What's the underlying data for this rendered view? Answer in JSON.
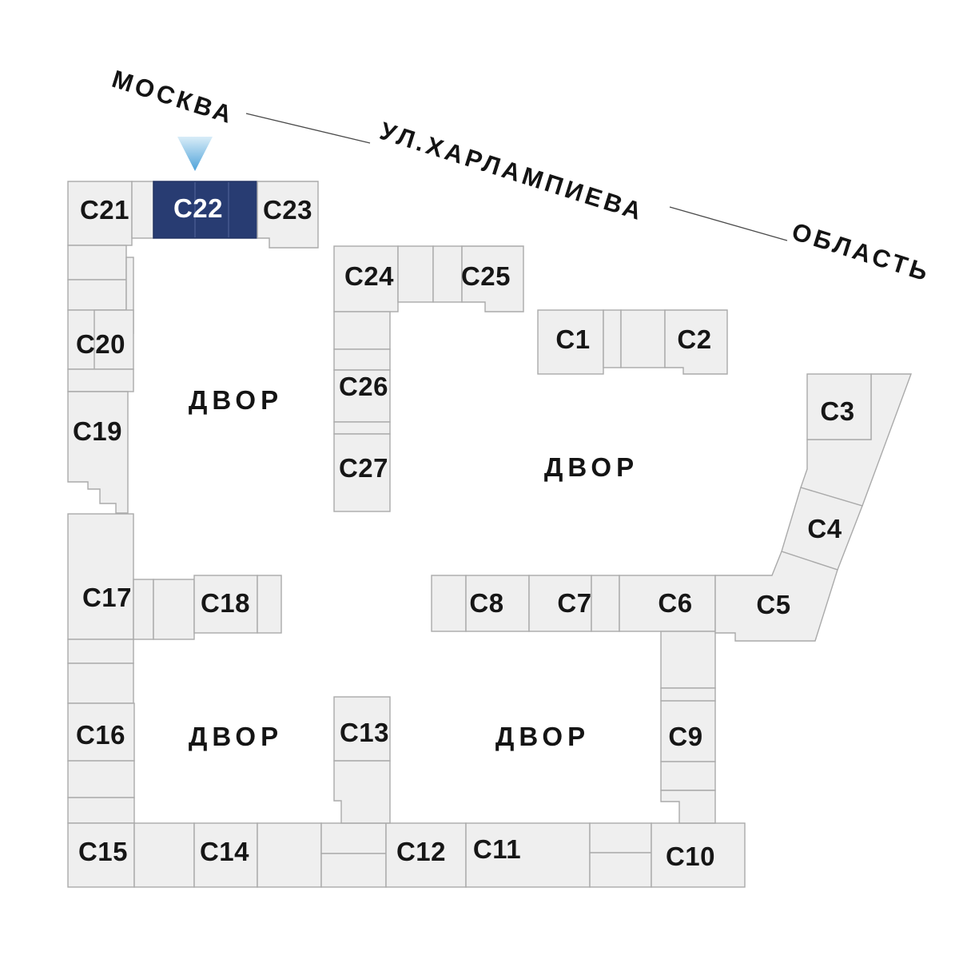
{
  "plan_type": "residential-complex-site-plan",
  "road": {
    "moscow": "МОСКВА",
    "street": "УЛ.ХАРЛАМПИЕВА",
    "oblast": "ОБЛАСТЬ"
  },
  "courtyards": [
    "ДВОР",
    "ДВОР",
    "ДВОР",
    "ДВОР"
  ],
  "selected_building": "С22",
  "buildings": {
    "c1": {
      "label": "С1"
    },
    "c2": {
      "label": "С2"
    },
    "c3": {
      "label": "С3"
    },
    "c4": {
      "label": "С4"
    },
    "c5": {
      "label": "С5"
    },
    "c6": {
      "label": "С6"
    },
    "c7": {
      "label": "С7"
    },
    "c8": {
      "label": "С8"
    },
    "c9": {
      "label": "С9"
    },
    "c10": {
      "label": "С10"
    },
    "c11": {
      "label": "С11"
    },
    "c12": {
      "label": "С12"
    },
    "c13": {
      "label": "С13"
    },
    "c14": {
      "label": "С14"
    },
    "c15": {
      "label": "С15"
    },
    "c16": {
      "label": "С16"
    },
    "c17": {
      "label": "С17"
    },
    "c18": {
      "label": "С18"
    },
    "c19": {
      "label": "С19"
    },
    "c20": {
      "label": "С20"
    },
    "c21": {
      "label": "С21"
    },
    "c22": {
      "label": "С22"
    },
    "c23": {
      "label": "С23"
    },
    "c24": {
      "label": "С24"
    },
    "c25": {
      "label": "С25"
    },
    "c26": {
      "label": "С26"
    },
    "c27": {
      "label": "С27"
    }
  },
  "colors": {
    "block_fill": "#efefef",
    "block_border": "#aaaaaa",
    "selected_fill": "#283c72",
    "selected_text": "#ffffff",
    "label_color": "#161616",
    "arrow_top": "#d9edf8",
    "arrow_bottom": "#4da2d9"
  }
}
